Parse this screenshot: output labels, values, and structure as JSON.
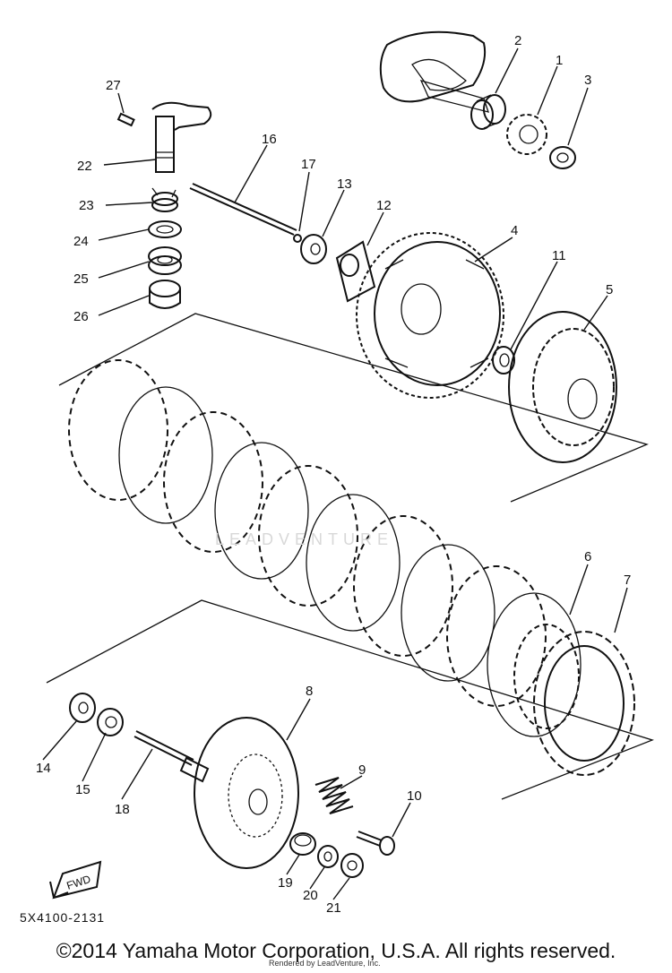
{
  "diagram": {
    "part_labels": [
      {
        "id": "1",
        "text": "1"
      },
      {
        "id": "2",
        "text": "2"
      },
      {
        "id": "3",
        "text": "3"
      },
      {
        "id": "4",
        "text": "4"
      },
      {
        "id": "5",
        "text": "5"
      },
      {
        "id": "6",
        "text": "6"
      },
      {
        "id": "7",
        "text": "7"
      },
      {
        "id": "8",
        "text": "8"
      },
      {
        "id": "9",
        "text": "9"
      },
      {
        "id": "10",
        "text": "10"
      },
      {
        "id": "11",
        "text": "11"
      },
      {
        "id": "12",
        "text": "12"
      },
      {
        "id": "13",
        "text": "13"
      },
      {
        "id": "14",
        "text": "14"
      },
      {
        "id": "15",
        "text": "15"
      },
      {
        "id": "16",
        "text": "16"
      },
      {
        "id": "17",
        "text": "17"
      },
      {
        "id": "18",
        "text": "18"
      },
      {
        "id": "19",
        "text": "19"
      },
      {
        "id": "20",
        "text": "20"
      },
      {
        "id": "21",
        "text": "21"
      },
      {
        "id": "22",
        "text": "22"
      },
      {
        "id": "23",
        "text": "23"
      },
      {
        "id": "24",
        "text": "24"
      },
      {
        "id": "25",
        "text": "25"
      },
      {
        "id": "26",
        "text": "26"
      },
      {
        "id": "27",
        "text": "27"
      }
    ],
    "fwd_label": "FWD",
    "drawing_code": "5X4100-2131",
    "watermark": "LEADVENTURE",
    "rendered_by": "Rendered by LeadVenture, Inc.",
    "copyright": "©2014 Yamaha Motor Corporation, U.S.A. All rights reserved."
  }
}
